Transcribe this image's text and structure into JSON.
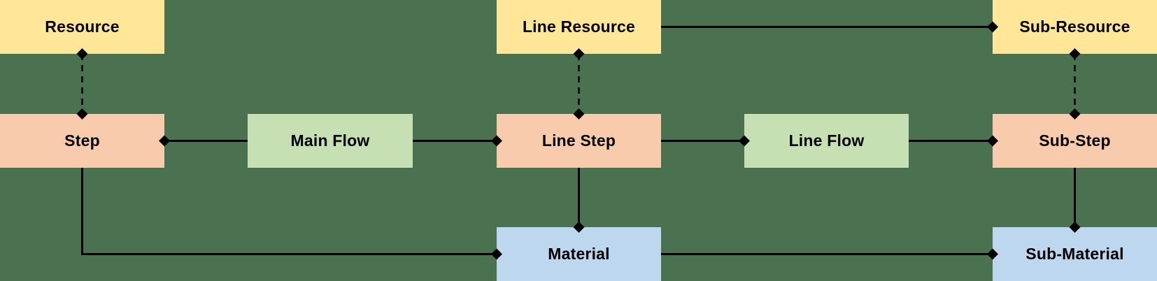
{
  "diagram": {
    "background_color": "#4A7150",
    "colors": {
      "resource_fill": "#FFE699",
      "step_fill": "#F8CBAD",
      "flow_fill": "#C6E0B4",
      "material_fill": "#BDD7EE",
      "connector": "#000000",
      "label_text": "#000000"
    },
    "nodes": {
      "resource": {
        "label": "Resource",
        "type": "resource"
      },
      "line_resource": {
        "label": "Line Resource",
        "type": "resource"
      },
      "sub_resource": {
        "label": "Sub-Resource",
        "type": "resource"
      },
      "step": {
        "label": "Step",
        "type": "step"
      },
      "main_flow": {
        "label": "Main Flow",
        "type": "flow"
      },
      "line_step": {
        "label": "Line Step",
        "type": "step"
      },
      "line_flow": {
        "label": "Line Flow",
        "type": "flow"
      },
      "sub_step": {
        "label": "Sub-Step",
        "type": "step"
      },
      "material": {
        "label": "Material",
        "type": "material"
      },
      "sub_material": {
        "label": "Sub-Material",
        "type": "material"
      }
    },
    "edges": [
      {
        "from": "resource",
        "to": "step",
        "line": "dashed",
        "terminator": "diamond-both-ends"
      },
      {
        "from": "line_resource",
        "to": "line_step",
        "line": "dashed",
        "terminator": "diamond-both-ends"
      },
      {
        "from": "sub_resource",
        "to": "sub_step",
        "line": "dashed",
        "terminator": "diamond-both-ends"
      },
      {
        "from": "line_resource",
        "to": "sub_resource",
        "line": "solid",
        "terminator": "diamond-at-target"
      },
      {
        "from": "main_flow",
        "to": "step",
        "line": "solid",
        "terminator": "diamond-at-target"
      },
      {
        "from": "main_flow",
        "to": "line_step",
        "line": "solid",
        "terminator": "diamond-at-target"
      },
      {
        "from": "line_step",
        "to": "line_flow",
        "line": "solid",
        "terminator": "diamond-at-target"
      },
      {
        "from": "line_flow",
        "to": "sub_step",
        "line": "solid",
        "terminator": "diamond-at-target"
      },
      {
        "from": "line_step",
        "to": "material",
        "line": "solid",
        "terminator": "diamond-at-target"
      },
      {
        "from": "step",
        "to": "material",
        "line": "solid",
        "terminator": "diamond-at-target",
        "route": "elbow-down-right"
      },
      {
        "from": "material",
        "to": "sub_material",
        "line": "solid",
        "terminator": "diamond-at-target"
      },
      {
        "from": "sub_step",
        "to": "sub_material",
        "line": "solid",
        "terminator": "diamond-at-target"
      }
    ]
  }
}
